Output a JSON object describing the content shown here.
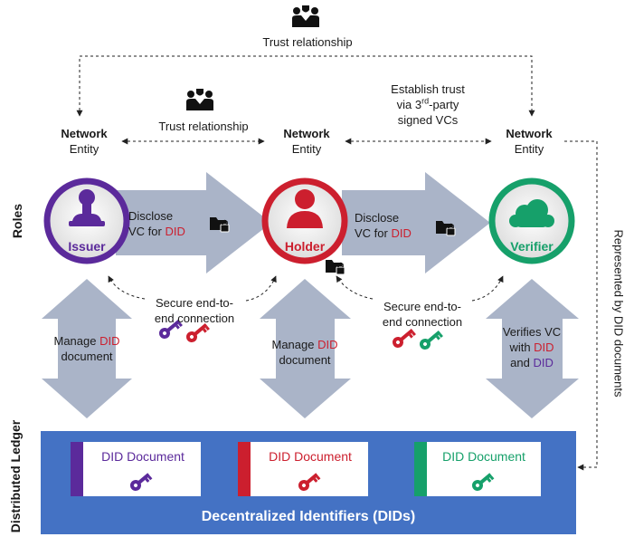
{
  "top": {
    "trust_relationship": "Trust relationship"
  },
  "mid": {
    "trust_relationship": "Trust relationship",
    "establish_line1": "Establish trust",
    "establish_line2_pre": "via 3",
    "establish_line2_sup": "rd",
    "establish_line2_post": "-party",
    "establish_line3": "signed VCs"
  },
  "entities": [
    {
      "title": "Network",
      "subtitle": "Entity"
    },
    {
      "title": "Network",
      "subtitle": "Entity"
    },
    {
      "title": "Network",
      "subtitle": "Entity"
    }
  ],
  "roles_label": "Roles",
  "ledger_label": "Distributed Ledger",
  "right_label": "Represented by DID documents",
  "roles": {
    "issuer": "Issuer",
    "holder": "Holder",
    "verifier": "Verifier"
  },
  "disclose": [
    {
      "line1": "Disclose",
      "line2_pre": "VC for ",
      "line2_did": "DID"
    },
    {
      "line1": "Disclose",
      "line2_pre": "VC for ",
      "line2_did": "DID"
    }
  ],
  "secure": [
    {
      "line1": "Secure end-to-",
      "line2": "end connection"
    },
    {
      "line1": "Secure end-to-",
      "line2": "end connection"
    }
  ],
  "manage": [
    {
      "pre": "Manage ",
      "did": "DID",
      "line2": "document"
    },
    {
      "pre": "Manage ",
      "did": "DID",
      "line2": "document"
    }
  ],
  "verifies": {
    "line1": "Verifies VC",
    "line2_pre": "with ",
    "did1": "DID",
    "line3_pre": "and ",
    "did2": "DID"
  },
  "did_documents": [
    {
      "label": "DID Document",
      "color": "#5b2a9b"
    },
    {
      "label": "DID Document",
      "color": "#cc1f2e"
    },
    {
      "label": "DID Document",
      "color": "#16a06a"
    }
  ],
  "ledger_title": "Decentralized Identifiers (DIDs)",
  "colors": {
    "issuer": "#5b2a9b",
    "holder": "#cc1f2e",
    "verifier": "#16a06a",
    "arrow": "#aab4c8",
    "ledger": "#4472c4"
  }
}
